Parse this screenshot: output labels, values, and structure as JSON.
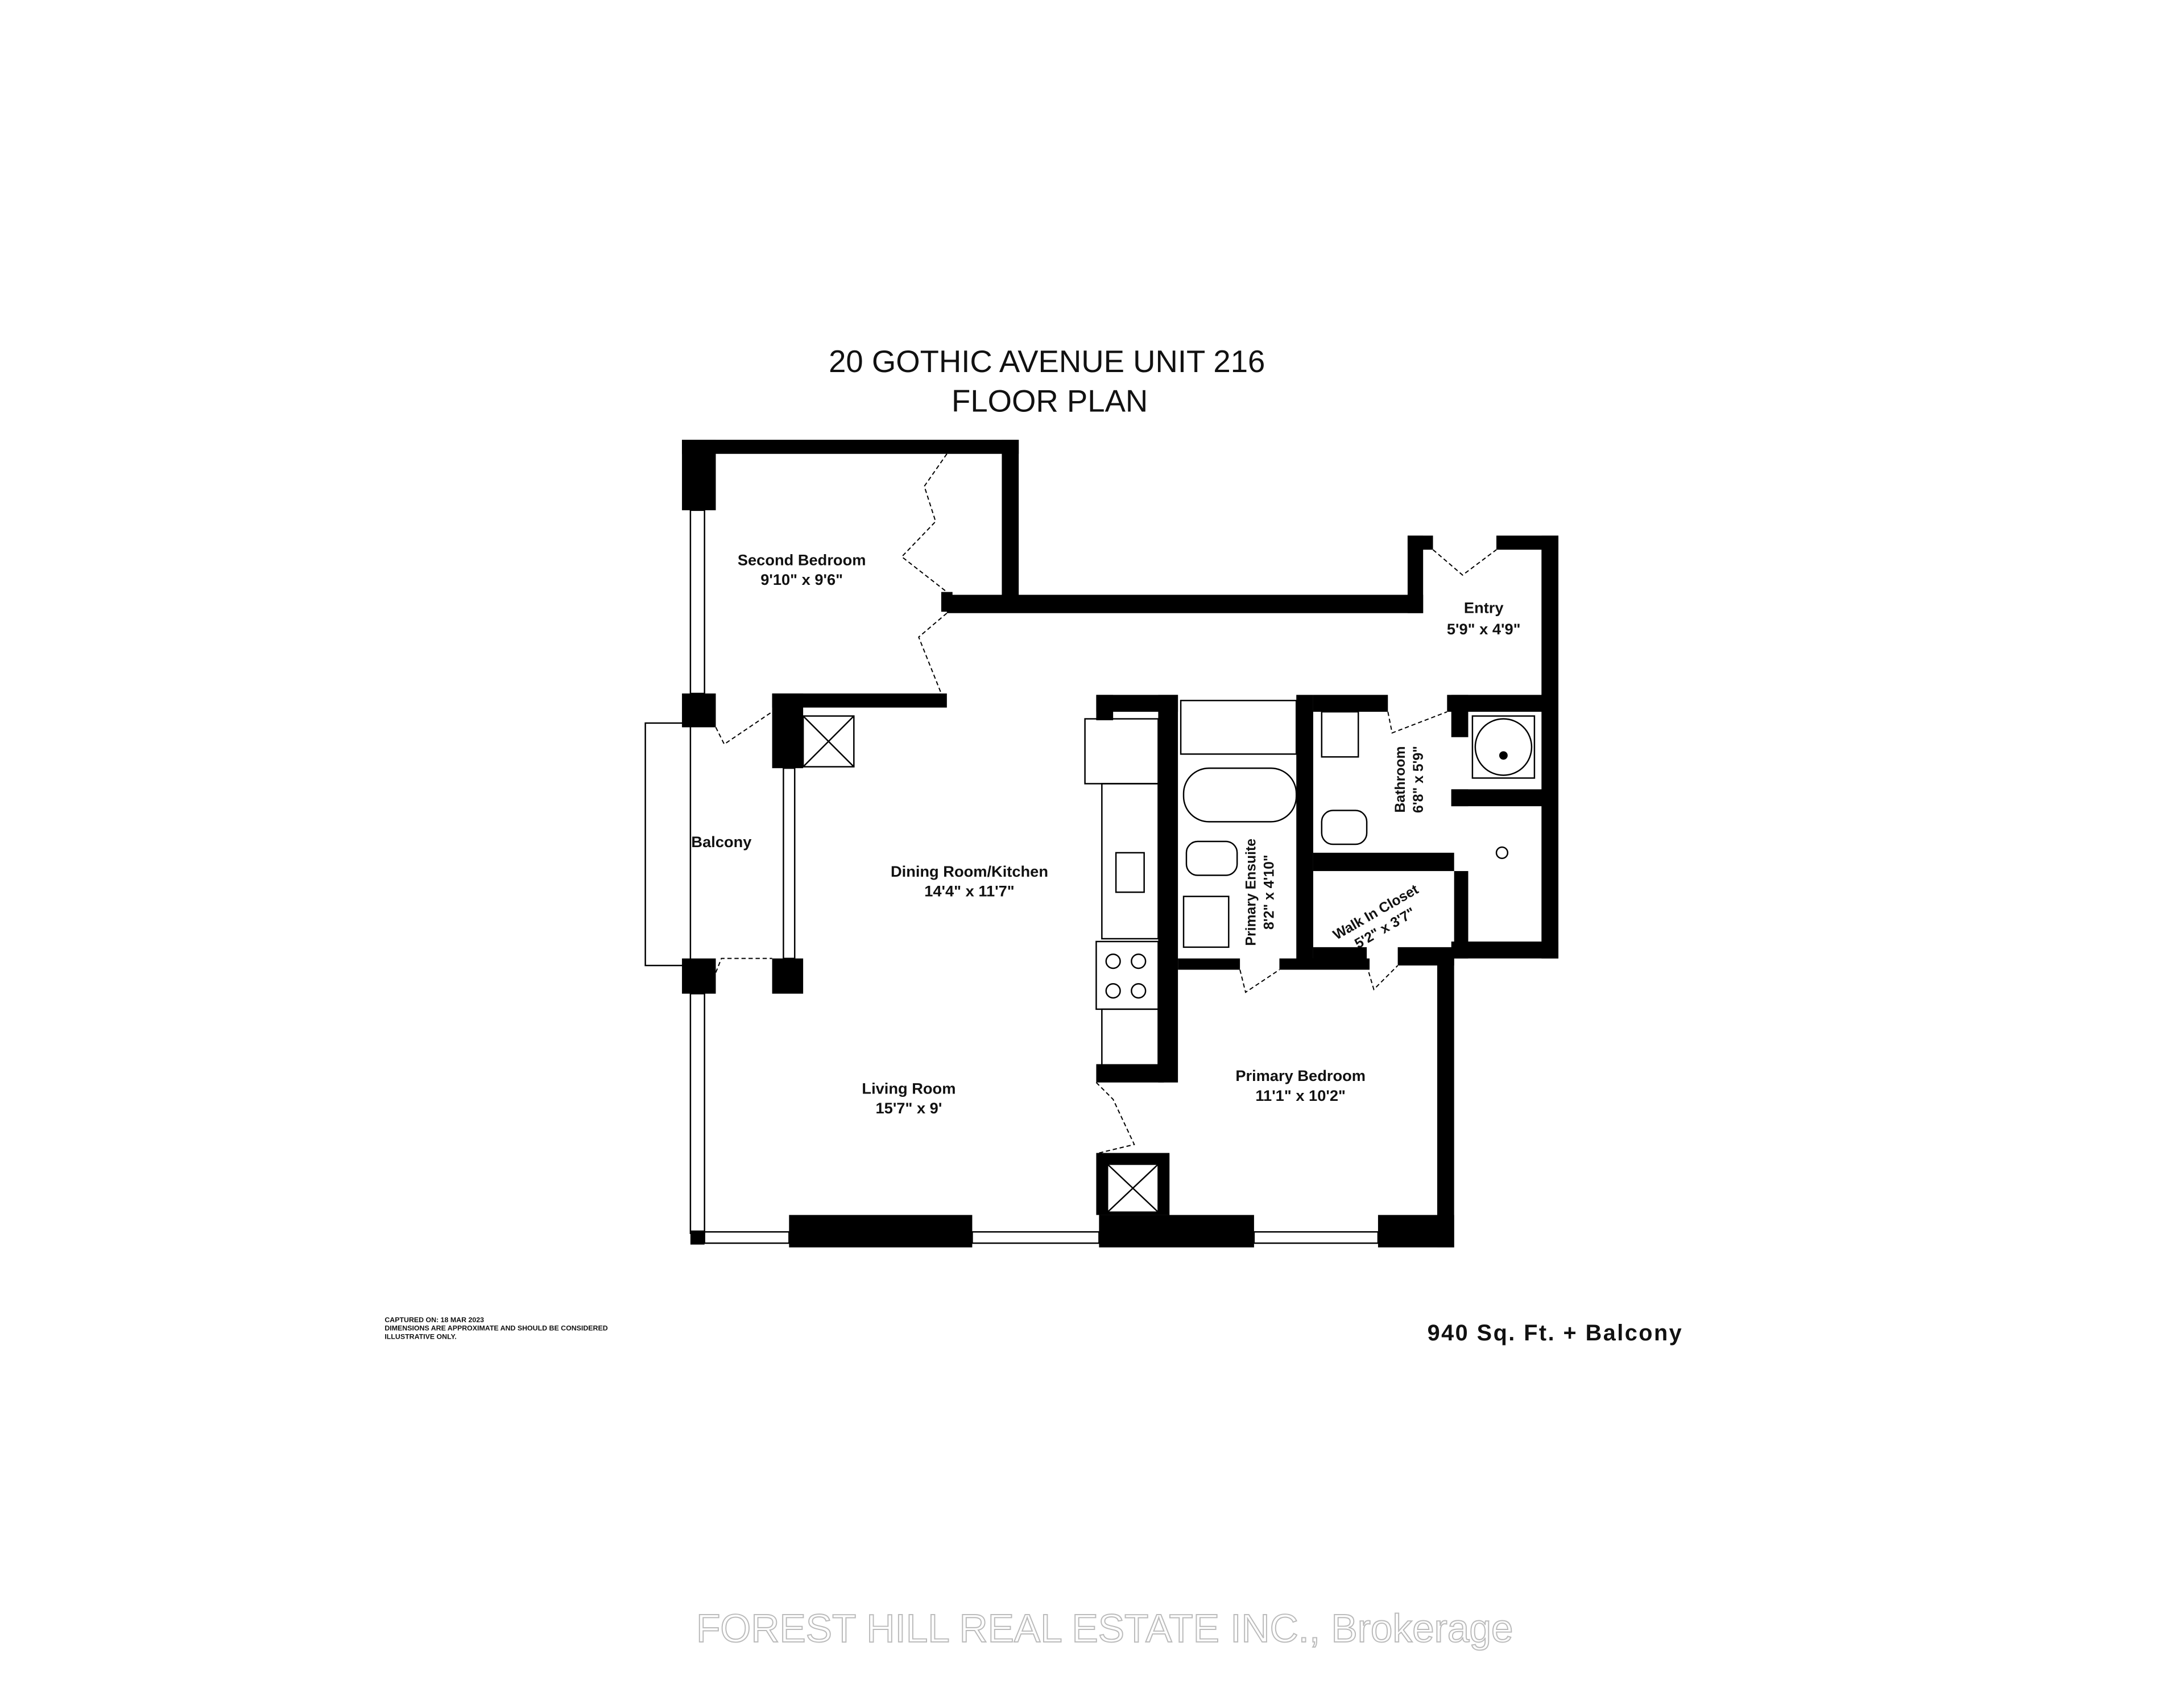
{
  "title": {
    "line1": "20 GOTHIC AVENUE UNIT 216",
    "line2": "FLOOR PLAN"
  },
  "rooms": [
    {
      "name": "Second Bedroom",
      "dims": "9'10\" x 9'6\""
    },
    {
      "name": "Entry",
      "dims": "5'9\" x 4'9\""
    },
    {
      "name": "Balcony",
      "dims": ""
    },
    {
      "name": "Dining Room/Kitchen",
      "dims": "14'4\" x 11'7\""
    },
    {
      "name": "Primary Ensuite",
      "dims": "8'2\" x 4'10\""
    },
    {
      "name": "Bathroom",
      "dims": "6'8\" x 5'9\""
    },
    {
      "name": "Walk In Closet",
      "dims": "5'2\" x 3'7\""
    },
    {
      "name": "Living Room",
      "dims": "15'7\" x 9'"
    },
    {
      "name": "Primary Bedroom",
      "dims": "11'1\" x 10'2\""
    }
  ],
  "footer": {
    "captured": "CAPTURED ON: 18 MAR 2023",
    "disclaimer_line1": "DIMENSIONS ARE APPROXIMATE AND SHOULD BE CONSIDERED",
    "disclaimer_line2": "ILLUSTRATIVE ONLY.",
    "area": "940 Sq. Ft. + Balcony"
  },
  "watermark": "FOREST HILL REAL ESTATE INC., Brokerage"
}
